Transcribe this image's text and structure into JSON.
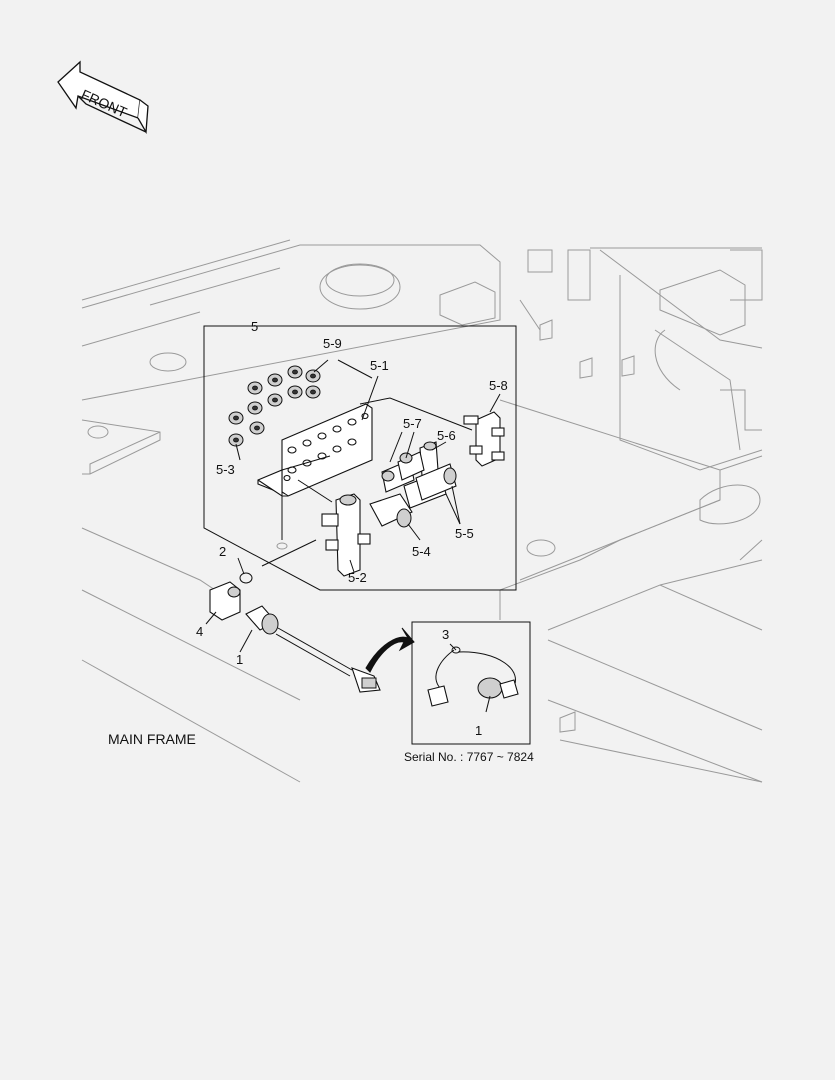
{
  "diagram": {
    "front_label": "FRONT",
    "caption": "MAIN FRAME",
    "inset_note": "Serial No. : 7767 ~ 7824",
    "callouts": {
      "c5": "5",
      "c5_1": "5-1",
      "c5_2": "5-2",
      "c5_3": "5-3",
      "c5_4": "5-4",
      "c5_5": "5-5",
      "c5_6": "5-6",
      "c5_7": "5-7",
      "c5_8": "5-8",
      "c5_9": "5-9",
      "c1": "1",
      "c2": "2",
      "c4": "4",
      "c3_inset": "3",
      "c1_inset": "1"
    }
  }
}
